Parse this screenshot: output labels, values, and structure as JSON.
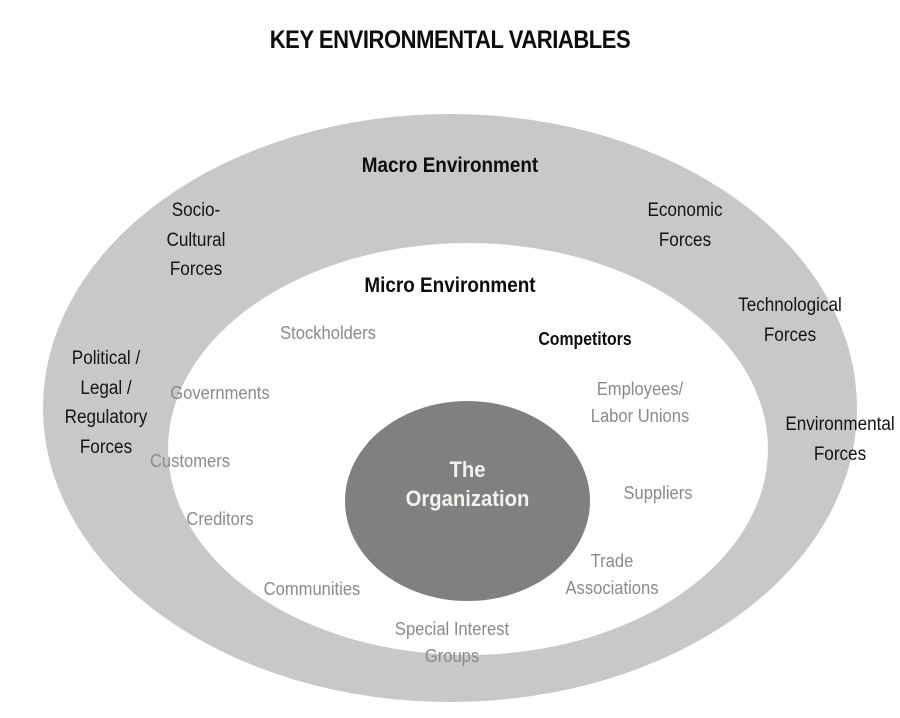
{
  "title": "KEY ENVIRONMENTAL VARIABLES",
  "colors": {
    "macro_fill": "#c8c8c8",
    "micro_fill": "#ffffff",
    "organization_fill": "#808080",
    "organization_text": "#f4f2ef",
    "macro_text": "#141414",
    "micro_text": "#8a8a8a",
    "emphasis_text": "#0d0d0d",
    "background": "#ffffff"
  },
  "rings": {
    "macro": {
      "heading": "Macro Environment",
      "labels": [
        {
          "key": "socio_cultural",
          "lines": [
            "Socio-",
            "Cultural",
            "Forces"
          ]
        },
        {
          "key": "political_legal",
          "lines": [
            "Political /",
            "Legal /",
            "Regulatory",
            "Forces"
          ]
        },
        {
          "key": "economic",
          "lines": [
            "Economic",
            "Forces"
          ]
        },
        {
          "key": "technological",
          "lines": [
            "Technological",
            "Forces"
          ]
        },
        {
          "key": "environmental",
          "lines": [
            "Environmental",
            "Forces"
          ]
        }
      ]
    },
    "micro": {
      "heading": "Micro Environment",
      "labels": [
        {
          "key": "stockholders",
          "lines": [
            "Stockholders"
          ],
          "emphasis": false
        },
        {
          "key": "governments",
          "lines": [
            "Governments"
          ],
          "emphasis": false
        },
        {
          "key": "customers",
          "lines": [
            "Customers"
          ],
          "emphasis": false
        },
        {
          "key": "creditors",
          "lines": [
            "Creditors"
          ],
          "emphasis": false
        },
        {
          "key": "communities",
          "lines": [
            "Communities"
          ],
          "emphasis": false
        },
        {
          "key": "special_interest_groups",
          "lines": [
            "Special Interest",
            "Groups"
          ],
          "emphasis": false
        },
        {
          "key": "competitors",
          "lines": [
            "Competitors"
          ],
          "emphasis": true
        },
        {
          "key": "employees_labor_unions",
          "lines": [
            "Employees/",
            "Labor Unions"
          ],
          "emphasis": false
        },
        {
          "key": "suppliers",
          "lines": [
            "Suppliers"
          ],
          "emphasis": false
        },
        {
          "key": "trade_associations",
          "lines": [
            "Trade",
            "Associations"
          ],
          "emphasis": false
        }
      ]
    },
    "core": {
      "lines": [
        "The",
        "Organization"
      ]
    }
  },
  "text": {
    "title": "KEY ENVIRONMENTAL VARIABLES",
    "macro_heading": "Macro Environment",
    "micro_heading": "Micro Environment",
    "socio_cultural_l1": "Socio-",
    "socio_cultural_l2": "Cultural",
    "socio_cultural_l3": "Forces",
    "political_l1": "Political /",
    "political_l2": "Legal /",
    "political_l3": "Regulatory",
    "political_l4": "Forces",
    "economic_l1": "Economic",
    "economic_l2": "Forces",
    "technological_l1": "Technological",
    "technological_l2": "Forces",
    "environmental_l1": "Environmental",
    "environmental_l2": "Forces",
    "stockholders": "Stockholders",
    "governments": "Governments",
    "customers": "Customers",
    "creditors": "Creditors",
    "communities": "Communities",
    "special_l1": "Special Interest",
    "special_l2": "Groups",
    "competitors": "Competitors",
    "employees_l1": "Employees/",
    "employees_l2": "Labor Unions",
    "suppliers": "Suppliers",
    "trade_l1": "Trade",
    "trade_l2": "Associations",
    "org_l1": "The",
    "org_l2": "Organization"
  }
}
